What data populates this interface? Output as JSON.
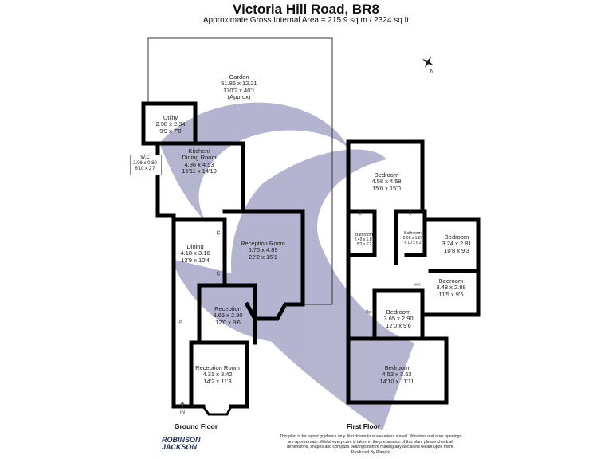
{
  "header": {
    "title": "Victoria Hill Road, BR8",
    "subtitle": "Approximate Gross Internal Area = 215.9 sq m / 2324 sq ft"
  },
  "compass": {
    "label": "N"
  },
  "watermark_color": "#a9a8c8",
  "ground_floor": {
    "label": "Ground Floor",
    "rooms": [
      {
        "name": "Garden",
        "metric": "51.86 x 12.21",
        "imperial": "170'2 x 40'1",
        "note": "(Approx)"
      },
      {
        "name": "Utility",
        "metric": "2.98 x 2.34",
        "imperial": "9'9 x 7'8"
      },
      {
        "name": "W.C",
        "metric": "2.06 x 0.80",
        "imperial": "6'10 x 2'7"
      },
      {
        "name": "Kitchen/",
        "name2": "Dining Room",
        "metric": "4.86 x 4.53",
        "imperial": "15'11 x 14'10"
      },
      {
        "name": "Dining",
        "metric": "4.18 x 3.16",
        "imperial": "13'9 x 10'4"
      },
      {
        "name": "Reception Room",
        "metric": "6.76 x 4.89",
        "imperial": "22'2 x 16'1"
      },
      {
        "name": "Reception",
        "metric": "3.65 x 2.90",
        "imperial": "12'0 x 9'6"
      },
      {
        "name": "Reception Room",
        "metric": "4.31 x 3.42",
        "imperial": "14'2 x 11'3"
      }
    ],
    "cupboard_label": "C",
    "stairs_label": "Up",
    "entrance_label": "IN"
  },
  "first_floor": {
    "label": "First Floor",
    "rooms": [
      {
        "name": "Bedroom",
        "metric": "4.58 x 4.58",
        "imperial": "15'0 x 15'0"
      },
      {
        "name": "Bathroom",
        "metric": "2.49 x 1.87",
        "imperial": "8'2 x 6'2"
      },
      {
        "name": "Bathroom",
        "metric": "2.08 x 1.87",
        "imperial": "6'10 x 6'2"
      },
      {
        "name": "Bedroom",
        "metric": "3.24 x 2.81",
        "imperial": "10'8 x 9'3"
      },
      {
        "name": "Bedroom",
        "metric": "3.48 x 2.88",
        "imperial": "11'5 x 9'5"
      },
      {
        "name": "Bedroom",
        "metric": "3.65 x 2.90",
        "imperial": "12'0 x 9'6"
      },
      {
        "name": "Bedroom",
        "metric": "4.53 x 3.63",
        "imperial": "14'10 x 11'11"
      }
    ],
    "cupboard_label": "C",
    "stairs_label": "Up",
    "wc_label": "W.C"
  },
  "footer": {
    "logo": [
      "ROBINSON",
      "JACKSON"
    ],
    "disclaimer": [
      "This plan is for layout guidance only. Not drawn to scale unless stated. Windows and door openings",
      "are approximate. Whilst every care is taken in the preparation of this plan, please check all",
      "dimensions, shapes and compass bearings before making any decisions reliant upon them.",
      "Produced By Planpix"
    ]
  }
}
